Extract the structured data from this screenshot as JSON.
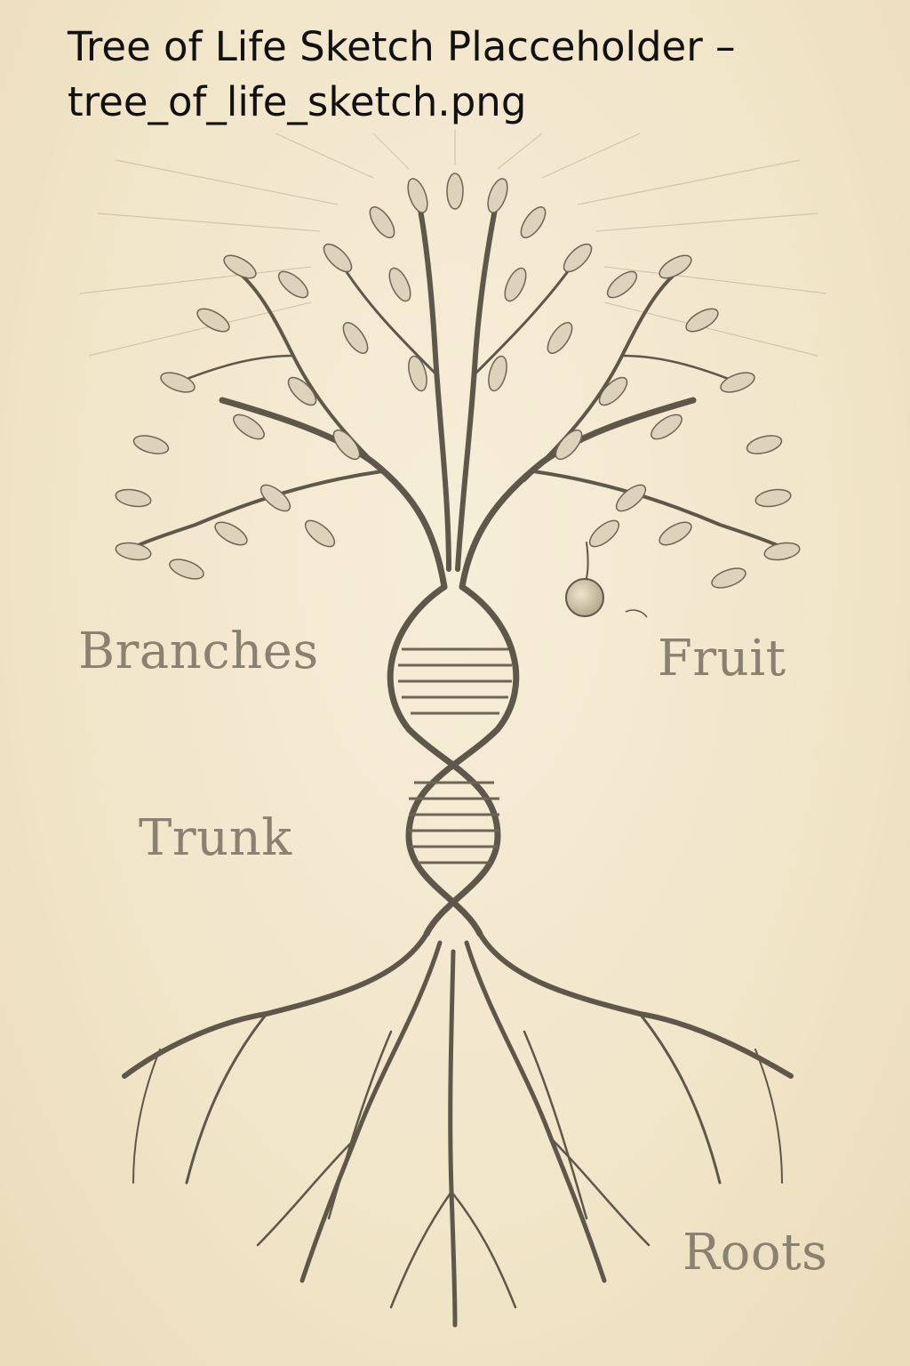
{
  "title": {
    "line1": "Tree of Life Sketch Placceholder –",
    "line2": "tree_of_life_sketch.png"
  },
  "labels": {
    "branches": "Branches",
    "fruit": "Fruit",
    "trunk": "Trunk",
    "roots": "Roots"
  },
  "colors": {
    "paper": "#f3e8cf",
    "pencil": "#5f574a",
    "label": "#8b8170"
  }
}
